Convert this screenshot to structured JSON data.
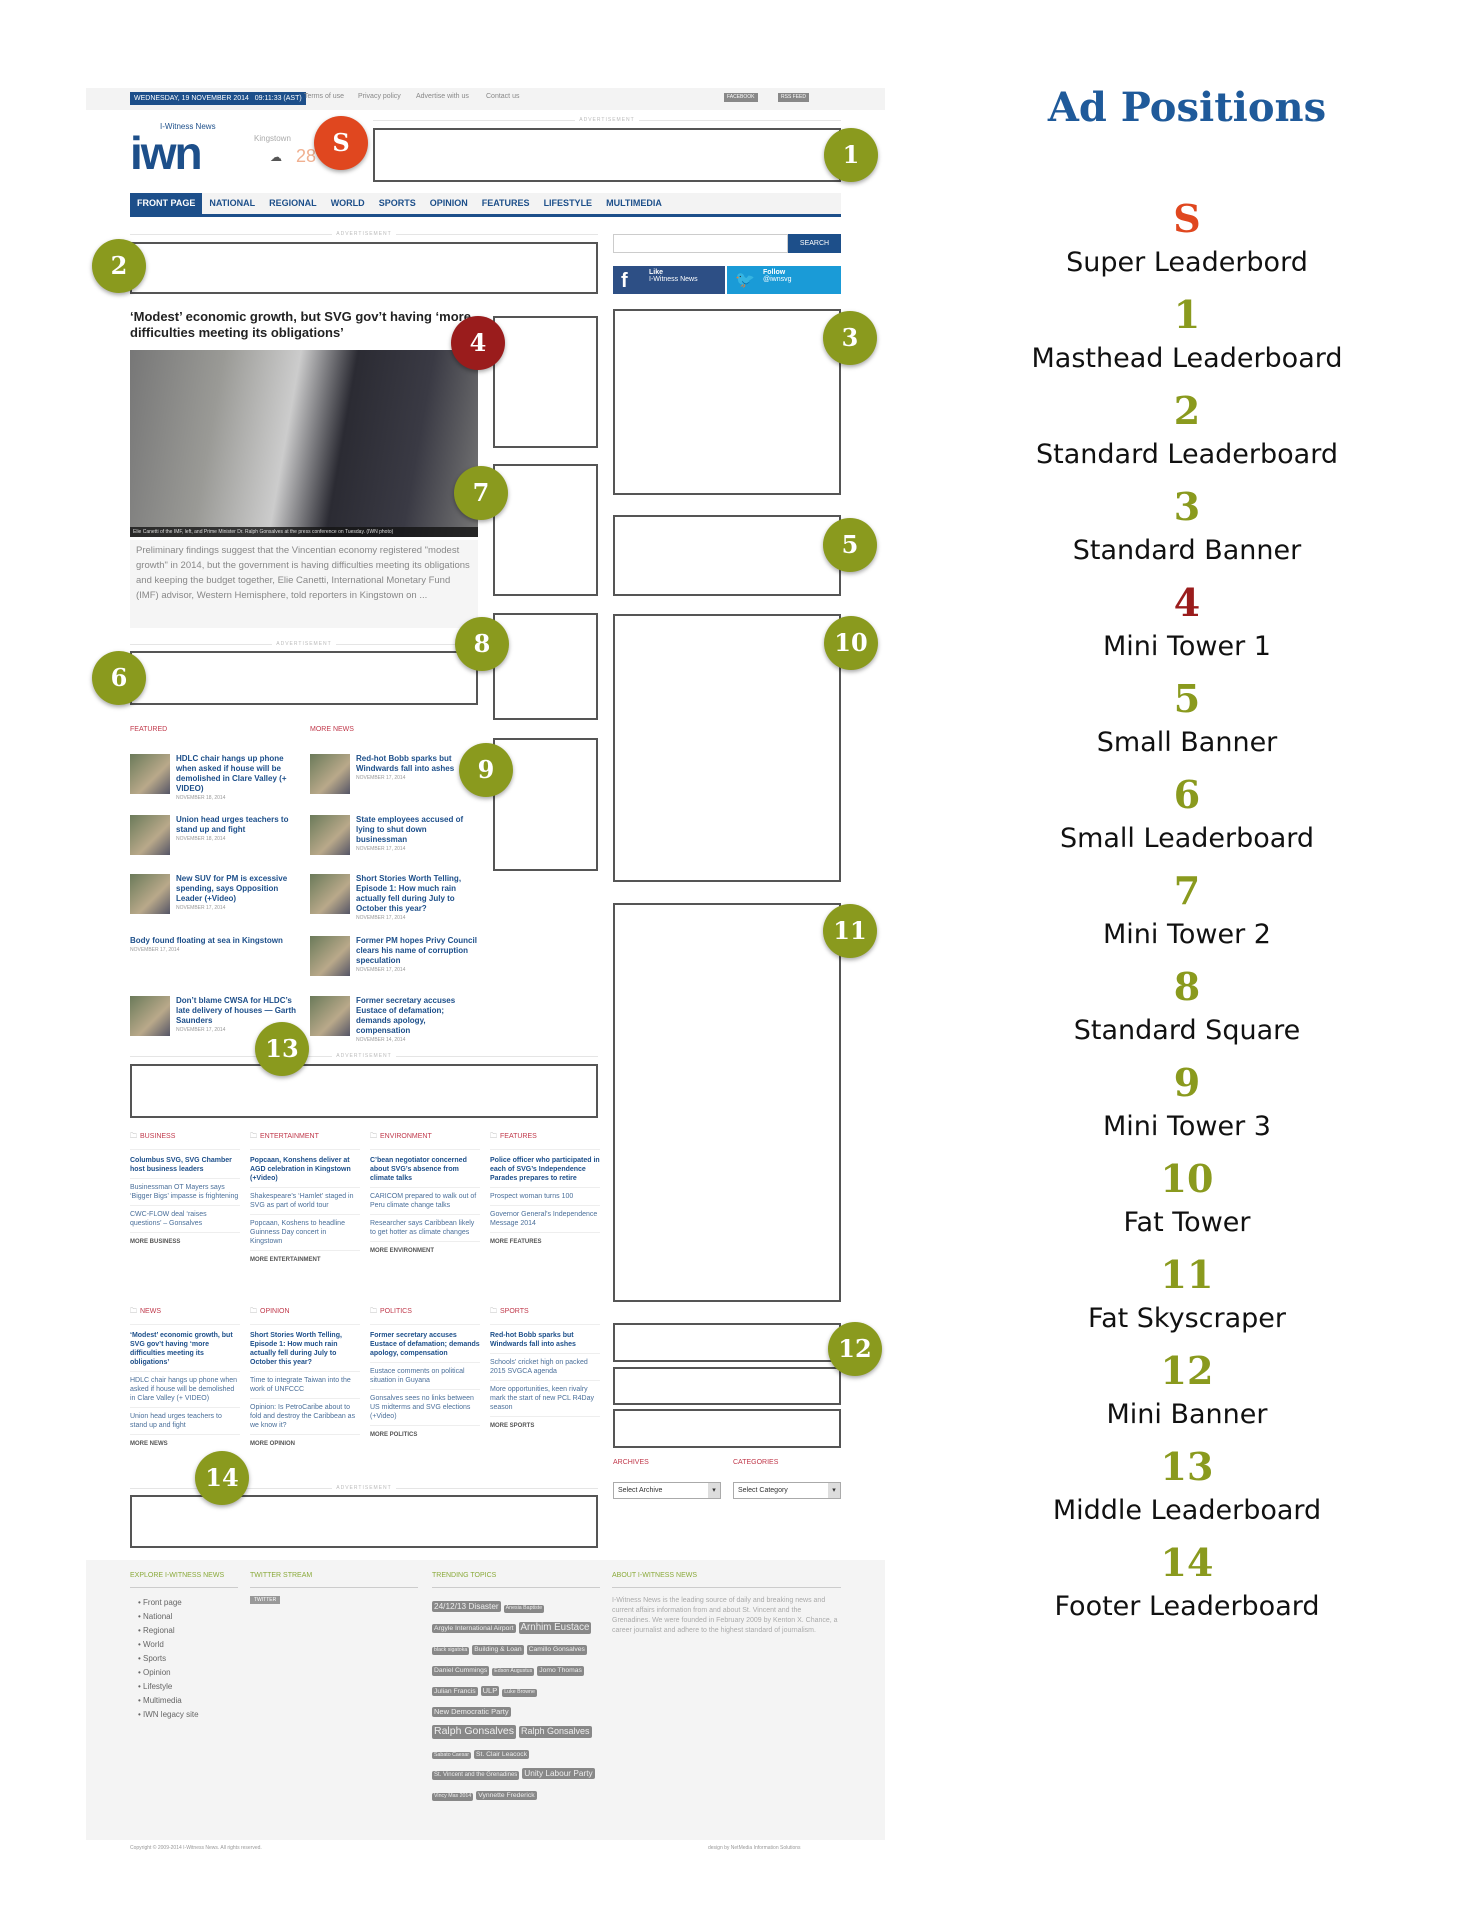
{
  "topbar": {
    "date": "WEDNESDAY, 19 NOVEMBER 2014",
    "time": "09:11:33 (AST)",
    "links": [
      "Terms of use",
      "Privacy policy",
      "Advertise with us",
      "Contact us"
    ],
    "badges": [
      "FACEBOOK",
      "RSS FEED"
    ]
  },
  "logo": {
    "name": "I-Witness News",
    "mark": "iwn"
  },
  "weather": {
    "city": "Kingstown",
    "temp": "28"
  },
  "ad_label": "ADVERTISEMENT",
  "nav": [
    "FRONT PAGE",
    "NATIONAL",
    "REGIONAL",
    "WORLD",
    "SPORTS",
    "OPINION",
    "FEATURES",
    "LIFESTYLE",
    "MULTIMEDIA"
  ],
  "search": {
    "button": "SEARCH",
    "placeholder": ""
  },
  "social": {
    "like": "Like",
    "like_sub": "I-Witness News",
    "follow": "Follow",
    "follow_sub": "@iwnsvg"
  },
  "lead": {
    "headline": "‘Modest’ economic growth, but SVG gov’t having ‘more difficulties meeting its obligations’",
    "caption": "Elie Canetti of the IMF, left, and Prime Minister Dr. Ralph Gonsalves at the press conference on Tuesday. (IWN photo)",
    "excerpt": "Preliminary findings suggest that the Vincentian economy registered \"modest growth\" in 2014, but the government is having difficulties meeting its obligations and keeping the budget together, Elie Canetti, International Monetary Fund (IMF) advisor, Western Hemisphere, told reporters in Kingstown on ..."
  },
  "featured": {
    "title": "FEATURED",
    "items": [
      {
        "title": "HDLC chair hangs up phone when asked if house will be demolished in Clare Valley (+ VIDEO)",
        "date": "NOVEMBER 18, 2014"
      },
      {
        "title": "Union head urges teachers to stand up and fight",
        "date": "NOVEMBER 18, 2014"
      },
      {
        "title": "New SUV for PM is excessive spending, says Opposition Leader (+Video)",
        "date": "NOVEMBER 17, 2014"
      },
      {
        "title": "Body found floating at sea in Kingstown",
        "date": "NOVEMBER 17, 2014"
      },
      {
        "title": "Don’t blame CWSA for HLDC’s late delivery of houses — Garth Saunders",
        "date": "NOVEMBER 17, 2014"
      }
    ]
  },
  "more_news": {
    "title": "MORE NEWS",
    "items": [
      {
        "title": "Red-hot Bobb sparks but Windwards fall into ashes",
        "date": "NOVEMBER 17, 2014"
      },
      {
        "title": "State employees accused of lying to shut down businessman",
        "date": "NOVEMBER 17, 2014"
      },
      {
        "title": "Short Stories Worth Telling, Episode 1: How much rain actually fell during July to October this year?",
        "date": "NOVEMBER 17, 2014"
      },
      {
        "title": "Former PM hopes Privy Council clears his name of corruption speculation",
        "date": "NOVEMBER 17, 2014"
      },
      {
        "title": "Former secretary accuses Eustace of defamation; demands apology, compensation",
        "date": "NOVEMBER 14, 2014"
      }
    ]
  },
  "categories": [
    {
      "name": "BUSINESS",
      "lead": "Columbus SVG, SVG Chamber host business leaders",
      "items": [
        "Businessman OT Mayers says ‘Bigger Bigs’ impasse is frightening",
        "CWC-FLOW deal ‘raises questions’ – Gonsalves"
      ],
      "more": "MORE BUSINESS"
    },
    {
      "name": "ENTERTAINMENT",
      "lead": "Popcaan, Konshens deliver at AGD celebration in Kingstown (+Video)",
      "items": [
        "Shakespeare’s ‘Hamlet’ staged in SVG as part of world tour",
        "Popcaan, Koshens to headline Guinness Day concert in Kingstown"
      ],
      "more": "MORE ENTERTAINMENT"
    },
    {
      "name": "ENVIRONMENT",
      "lead": "C’bean negotiator concerned about SVG’s absence from climate talks",
      "items": [
        "CARICOM prepared to walk out of Peru climate change talks",
        "Researcher says Caribbean likely to get hotter as climate changes"
      ],
      "more": "MORE ENVIRONMENT"
    },
    {
      "name": "FEATURES",
      "lead": "Police officer who participated in each of SVG’s Independence Parades prepares to retire",
      "items": [
        "Prospect woman turns 100",
        "Governor General’s Independence Message 2014"
      ],
      "more": "MORE FEATURES"
    },
    {
      "name": "NEWS",
      "lead": "‘Modest’ economic growth, but SVG gov’t having ‘more difficulties meeting its obligations’",
      "items": [
        "HDLC chair hangs up phone when asked if house will be demolished in Clare Valley (+ VIDEO)",
        "Union head urges teachers to stand up and fight"
      ],
      "more": "MORE NEWS"
    },
    {
      "name": "OPINION",
      "lead": "Short Stories Worth Telling, Episode 1: How much rain actually fell during July to October this year?",
      "items": [
        "Time to integrate Taiwan into the work of UNFCCC",
        "Opinion: Is PetroCaribe about to fold and destroy the Caribbean as we know it?"
      ],
      "more": "MORE OPINION"
    },
    {
      "name": "POLITICS",
      "lead": "Former secretary accuses Eustace of defamation; demands apology, compensation",
      "items": [
        "Eustace comments on political situation in Guyana",
        "Gonsalves sees no links between US midterms and SVG elections (+Video)"
      ],
      "more": "MORE POLITICS"
    },
    {
      "name": "SPORTS",
      "lead": "Red-hot Bobb sparks but Windwards fall into ashes",
      "items": [
        "Schools’ cricket high on packed 2015 SVGCA agenda",
        "More opportunities, keen rivalry mark the start of new PCL R4Day season"
      ],
      "more": "MORE SPORTS"
    }
  ],
  "archives": {
    "title": "ARCHIVES",
    "select": "Select Archive"
  },
  "cats_widget": {
    "title": "CATEGORIES",
    "select": "Select Category"
  },
  "footer": {
    "explore_title": "EXPLORE I-WITNESS NEWS",
    "explore": [
      "Front page",
      "National",
      "Regional",
      "World",
      "Sports",
      "Opinion",
      "Lifestyle",
      "Multimedia",
      "IWN legacy site"
    ],
    "twitter_title": "TWITTER STREAM",
    "twitter_badge": "TWITTER",
    "trending_title": "TRENDING TOPICS",
    "tags": [
      {
        "t": "24/12/13 Disaster",
        "s": 11
      },
      {
        "t": "Anesia Baptiste",
        "s": 7
      },
      {
        "t": "Argyle International Airport",
        "s": 9
      },
      {
        "t": "Arnhim Eustace",
        "s": 13
      },
      {
        "t": "black sigatoka",
        "s": 7
      },
      {
        "t": "Building & Loan",
        "s": 9
      },
      {
        "t": "Camillo Gonsalves",
        "s": 9
      },
      {
        "t": "Daniel Cummings",
        "s": 9
      },
      {
        "t": "Edson Augustus",
        "s": 7
      },
      {
        "t": "Jomo Thomas",
        "s": 9
      },
      {
        "t": "Julian Francis",
        "s": 9
      },
      {
        "t": "ULP",
        "s": 10
      },
      {
        "t": "Luke Browne",
        "s": 7
      },
      {
        "t": "New Democratic Party",
        "s": 10
      },
      {
        "t": "Ralph Gonsalves",
        "s": 14
      },
      {
        "t": "Ralph Gonsalves",
        "s": 12
      },
      {
        "t": "Sabato Caesar",
        "s": 7
      },
      {
        "t": "St. Clair Leacock",
        "s": 9
      },
      {
        "t": "St. Vincent and the Grenadines",
        "s": 8
      },
      {
        "t": "Unity Labour Party",
        "s": 11
      },
      {
        "t": "Vincy Mas 2014",
        "s": 7
      },
      {
        "t": "Vynnette Frederick",
        "s": 9
      }
    ],
    "about_title": "ABOUT I-WITNESS NEWS",
    "about": "I-Witness News is the leading source of daily and breaking news and current affairs information from and about St. Vincent and the Grenadines. We were founded in February 2009 by Kenton X. Chance, a career journalist and adhere to the highest standard of journalism.",
    "copyright": "Copyright © 2009-2014 I-Witness News. All rights reserved.",
    "credit": "design by NetMedia Information Solutions"
  },
  "legend": {
    "title": "Ad Positions",
    "items": [
      {
        "num": "S",
        "label": "Super Leaderbord",
        "color": "#e0471f"
      },
      {
        "num": "1",
        "label": "Masthead Leaderboard",
        "color": "#8a9a1e"
      },
      {
        "num": "2",
        "label": "Standard Leaderboard",
        "color": "#8a9a1e"
      },
      {
        "num": "3",
        "label": "Standard Banner",
        "color": "#8a9a1e"
      },
      {
        "num": "4",
        "label": "Mini Tower 1",
        "color": "#9a1c1c"
      },
      {
        "num": "5",
        "label": "Small Banner",
        "color": "#8a9a1e"
      },
      {
        "num": "6",
        "label": "Small Leaderboard",
        "color": "#8a9a1e"
      },
      {
        "num": "7",
        "label": "Mini Tower 2",
        "color": "#8a9a1e"
      },
      {
        "num": "8",
        "label": "Standard Square",
        "color": "#8a9a1e"
      },
      {
        "num": "9",
        "label": "Mini Tower 3",
        "color": "#8a9a1e"
      },
      {
        "num": "10",
        "label": "Fat Tower",
        "color": "#8a9a1e"
      },
      {
        "num": "11",
        "label": "Fat Skyscraper",
        "color": "#8a9a1e"
      },
      {
        "num": "12",
        "label": "Mini Banner",
        "color": "#8a9a1e"
      },
      {
        "num": "13",
        "label": "Middle Leaderboard",
        "color": "#8a9a1e"
      },
      {
        "num": "14",
        "label": "Footer Leaderboard",
        "color": "#8a9a1e"
      }
    ]
  },
  "colors": {
    "brand": "#1d4f8a",
    "marker_green": "#8a9a1e",
    "marker_super": "#e0471f",
    "marker_red": "#9a1c1c",
    "legend_title": "#1f5a9a"
  }
}
